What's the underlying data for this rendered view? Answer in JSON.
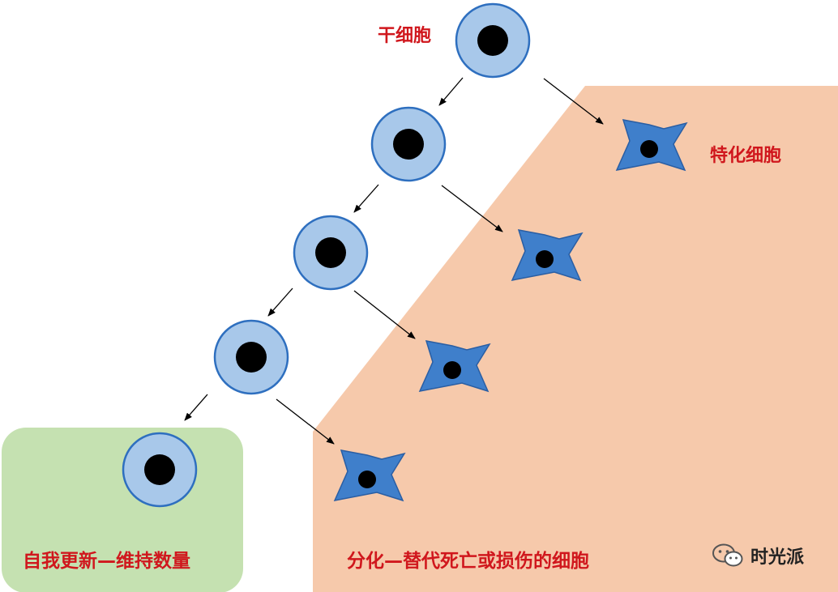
{
  "labels": {
    "stem_cell": "干细胞",
    "specialized_cell": "特化细胞",
    "self_renewal": "自我更新—维持数量",
    "differentiation": "分化—替代死亡或损伤的细胞"
  },
  "watermark": {
    "icon": "wechat-icon",
    "text": "时光派"
  },
  "colors": {
    "label_red": "#d0171d",
    "differentiation_region": "#f6c9ab",
    "renewal_region": "#c5e1b1",
    "stem_cell_fill": "#a8c8ea",
    "stem_cell_stroke": "#2e6fbf",
    "specialized_cell_fill": "#3f7fcb",
    "nucleus": "#000000"
  }
}
